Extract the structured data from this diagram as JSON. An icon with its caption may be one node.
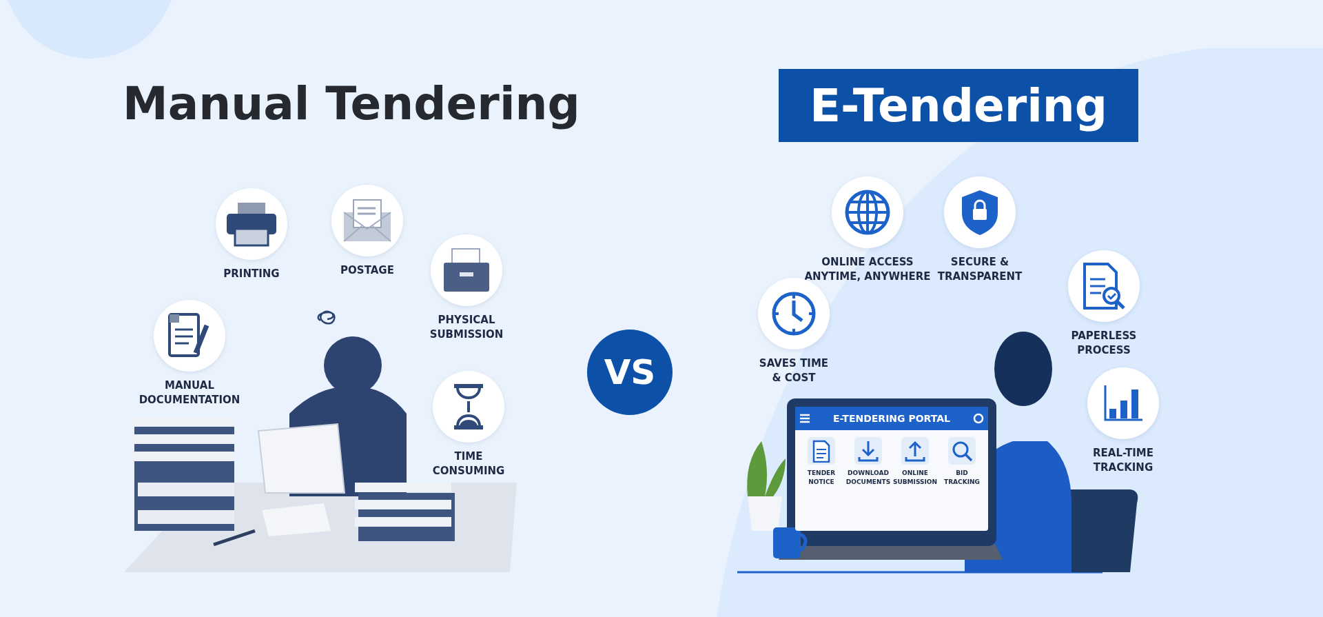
{
  "diagram": {
    "nodes": [
      {
        "text": [
          "E-Tendering"
        ]
      },
      {
        "text": [
          "PRINTING"
        ]
      },
      {
        "text": [
          "POSTAGE"
        ]
      },
      {
        "text": [
          "PHYSICAL SUBMISSION"
        ]
      },
      {
        "text": [
          "MANUAL DOCUMENTATION"
        ]
      },
      {
        "text": [
          "TIME CONSUMING"
        ]
      },
      {
        "text": [
          "VS"
        ]
      },
      {
        "text": [
          "ONLINE ACCESS ANYTIME, ANYWHERE"
        ]
      },
      {
        "text": [
          "SECURE & TRANSPARENT"
        ]
      },
      {
        "text": [
          "PAPERLESS PROCESS"
        ]
      },
      {
        "text": [
          "SAVES TIME & COST"
        ]
      },
      {
        "text": [
          "REAL-TIME TRACKING"
        ]
      },
      {
        "text": [
          "E-TENDERING PORTAL"
        ]
      },
      {
        "text": [
          "TENDER NOTICE"
        ],
        "in": 12
      },
      {
        "text": [
          "DOWNLOAD DOCUMENTS"
        ],
        "in": 12
      },
      {
        "text": [
          "ONLINE SUBMISSION"
        ],
        "in": 12
      },
      {
        "text": [
          "BID TRACKING"
        ],
        "in": 12
      }
    ],
    "labels": [
      "Manual Tendering"
    ]
  }
}
